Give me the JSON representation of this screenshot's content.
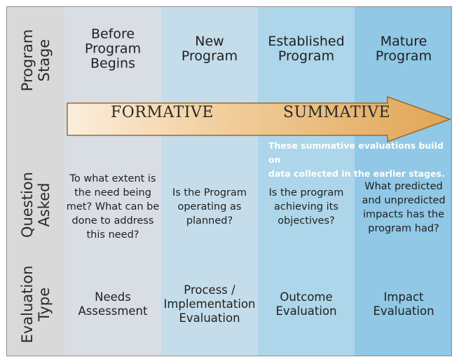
{
  "row_labels": {
    "program_stage": [
      "Program",
      "Stage"
    ],
    "question_asked": [
      "Question",
      "Asked"
    ],
    "evaluation_type": [
      "Evaluation",
      "Type"
    ]
  },
  "columns": [
    {
      "stage": [
        "Before",
        "Program",
        "Begins"
      ],
      "question": [
        "To what extent is",
        "the need being",
        "met? What can be",
        "done to address",
        "this need?"
      ],
      "eval_type": [
        "Needs",
        "Assessment"
      ]
    },
    {
      "stage": [
        "New",
        "Program"
      ],
      "question": [
        "Is the Program",
        "operating as",
        "planned?"
      ],
      "eval_type": [
        "Process /",
        "Implementation",
        "Evaluation"
      ]
    },
    {
      "stage": [
        "Established",
        "Program"
      ],
      "question": [
        "Is the program",
        "achieving its",
        "objectives?"
      ],
      "eval_type": [
        "Outcome",
        "Evaluation"
      ]
    },
    {
      "stage": [
        "Mature",
        "Program"
      ],
      "question": [
        "What predicted",
        "and unpredicted",
        "impacts has the",
        "program had?"
      ],
      "eval_type": [
        "Impact",
        "Evaluation"
      ]
    }
  ],
  "arrow": {
    "left_label": "FORMATIVE",
    "right_label": "SUMMATIVE"
  },
  "summative_note": [
    "These summative evaluations build on",
    "data collected in the earlier stages."
  ],
  "colors": {
    "label_column": "#d9d9d9",
    "column_1": "#d9dee5",
    "column_2": "#c5ddea",
    "column_3": "#add6ea",
    "column_4": "#90c8e6",
    "arrow_light": "#fbeedd",
    "arrow_dark": "#e0a554"
  }
}
